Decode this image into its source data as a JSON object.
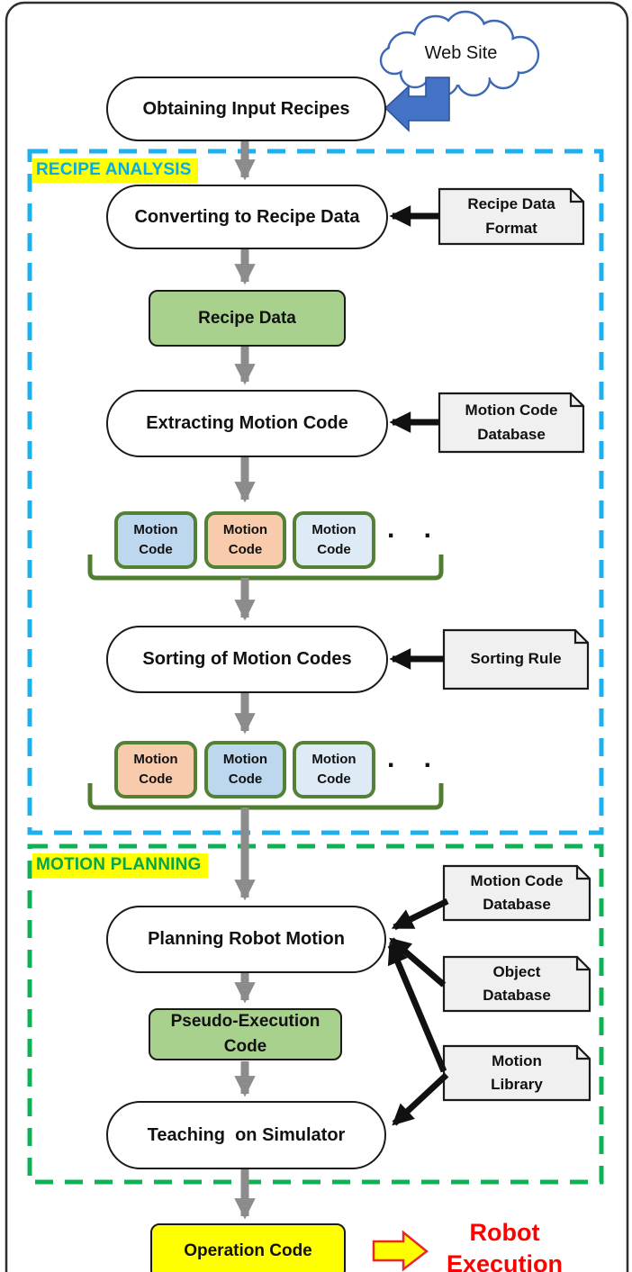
{
  "cloud": {
    "label": "Web Site"
  },
  "sections": {
    "recipe_analysis": {
      "label": "RECIPE ANALYSIS",
      "text_color": "#00AEEF",
      "highlight_color": "#FFFF00",
      "border_color": "#1CB0EE"
    },
    "motion_planning": {
      "label": "MOTION PLANNING",
      "text_color": "#00A651",
      "highlight_color": "#FFFF00",
      "border_color": "#0FB155"
    }
  },
  "flow": {
    "obtaining_label": "Obtaining Input Recipes",
    "converting_label": "Converting to Recipe Data",
    "recipe_data_label": "Recipe Data",
    "extracting_label": "Extracting Motion Code",
    "sorting_label": "Sorting of Motion Codes",
    "planning_label": "Planning Robot Motion",
    "pseudo_label": "Pseudo-Execution Code",
    "teaching_label": "Teaching  on Simulator",
    "operation_label": "Operation Code"
  },
  "notes": {
    "recipe_data_format": "Recipe Data Format",
    "motion_code_database_1": "Motion Code Database",
    "sorting_rule": "Sorting Rule",
    "motion_code_database_2": "Motion Code Database",
    "object_database": "Object Database",
    "motion_library": "Motion Library"
  },
  "motion_code": {
    "label": "Motion Code",
    "ellipsis": ". .",
    "row1_colors": [
      "#BDD7EE",
      "#F8CBAD",
      "#DEEAF6"
    ],
    "row2_colors": [
      "#F8CBAD",
      "#BDD7EE",
      "#DEEAF6"
    ],
    "box_border_color": "#538135"
  },
  "output": {
    "robot_execution_label": "Robot Execution",
    "robot_execution_color": "#FF0000",
    "operation_box_color": "#FFFF00"
  },
  "colors": {
    "connector_gray": "#8C8C8C",
    "side_arrow_black": "#111111",
    "green_box_fill": "#A9D18E",
    "note_fill": "#F0F0F0",
    "cloud_arrow_blue": "#4472C4",
    "cloud_outline_blue": "#3C68B5"
  }
}
